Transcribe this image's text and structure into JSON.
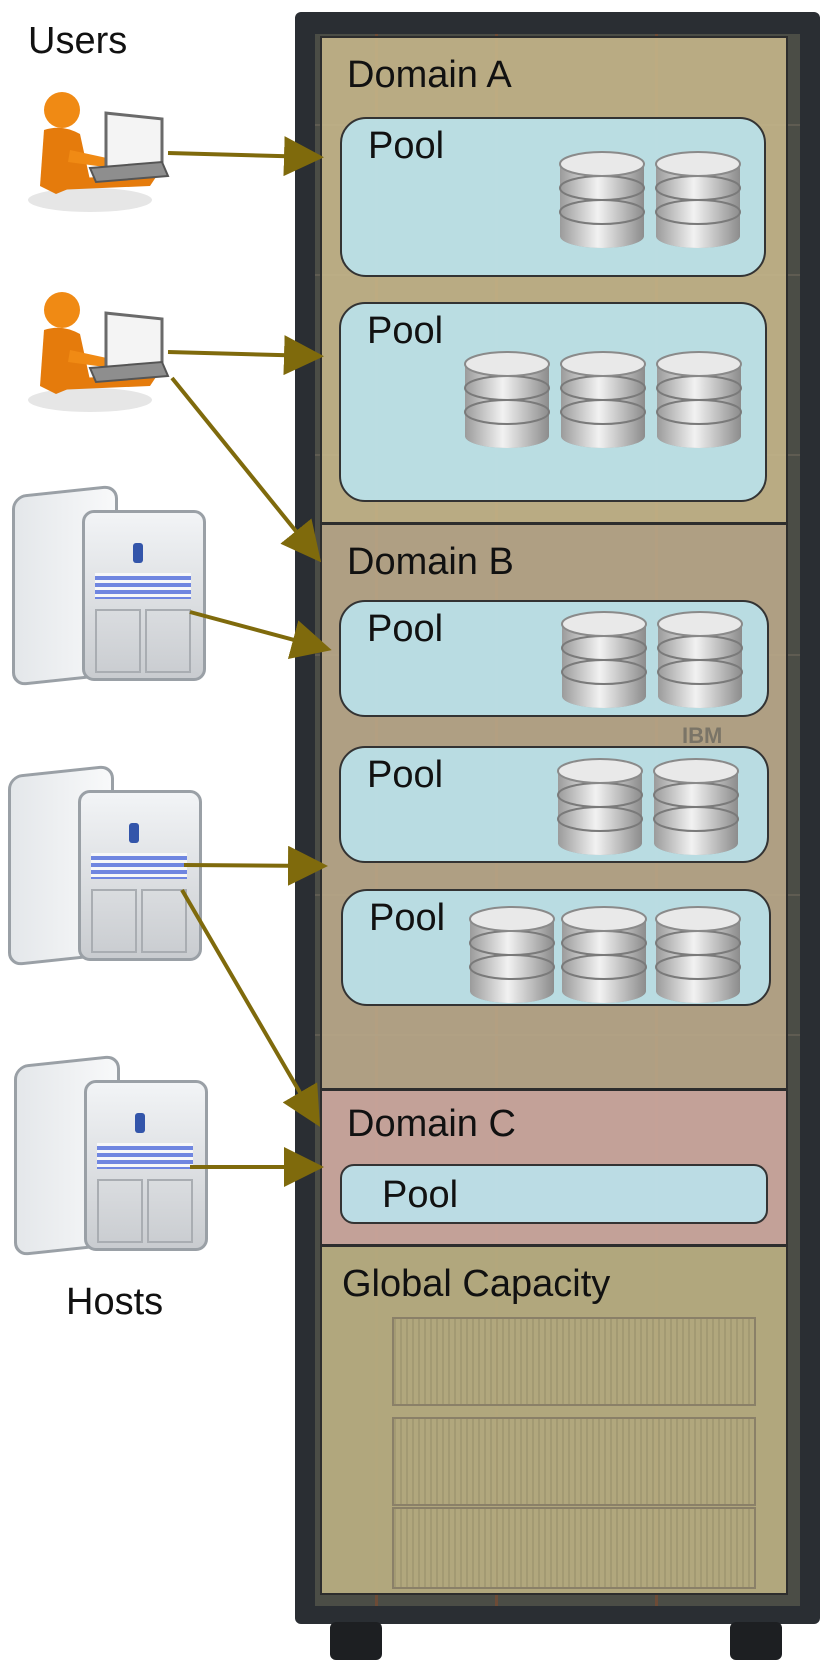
{
  "labels": {
    "users": "Users",
    "hosts": "Hosts",
    "domain_a": "Domain A",
    "domain_b": "Domain B",
    "domain_c": "Domain C",
    "global": "Global Capacity",
    "pool": "Pool",
    "rack_brand": "IBM"
  },
  "pools": [
    {
      "domain": "A",
      "disks": 2
    },
    {
      "domain": "A",
      "disks": 3
    },
    {
      "domain": "B",
      "disks": 2
    },
    {
      "domain": "B",
      "disks": 2
    },
    {
      "domain": "B",
      "disks": 3
    },
    {
      "domain": "C",
      "disks": 0
    }
  ],
  "colors": {
    "arrow": "#7f6a0c",
    "pool_fill": "#bae2ec",
    "user_orange": "#f08a14",
    "rack": "#2a2e33"
  },
  "icons": [
    "user-laptop-icon",
    "server-tower-icon",
    "database-disk-icon"
  ]
}
